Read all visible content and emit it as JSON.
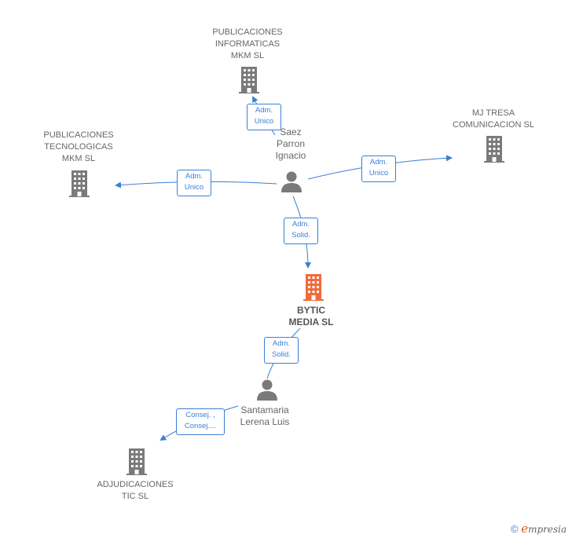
{
  "nodes": {
    "pub_info": {
      "label": "PUBLICACIONES\nINFORMATICAS\nMKM  SL"
    },
    "pub_tec": {
      "label": "PUBLICACIONES\nTECNOLOGICAS\nMKM SL"
    },
    "mj_tresa": {
      "label": "MJ TRESA\nCOMUNICACION SL"
    },
    "saez": {
      "label": "Saez\nParron\nIgnacio"
    },
    "bytic": {
      "label": "BYTIC\nMEDIA  SL"
    },
    "santamaria": {
      "label": "Santamaria\nLerena Luis"
    },
    "adjudicaciones": {
      "label": "ADJUDICACIONES\nTIC  SL"
    }
  },
  "edges": {
    "e1": "Adm.\nUnico",
    "e2": "Adm.\nUnico",
    "e3": "Adm.\nUnico",
    "e4": "Adm.\nSolid.",
    "e5": "Adm.\nSolid.",
    "e6": "Consej. ,\nConsej...."
  },
  "colors": {
    "company": "#7a7a7a",
    "main": "#f26a3a",
    "person": "#7a7a7a",
    "edge": "#3a7fd5"
  },
  "footer": {
    "copyright": "©",
    "brand_e": "e",
    "brand_rest": "mpresia"
  }
}
